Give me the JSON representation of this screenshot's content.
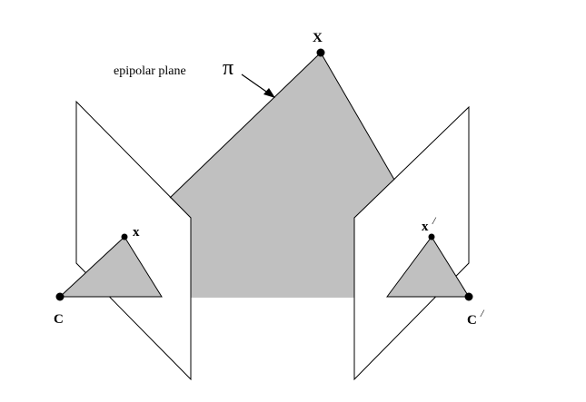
{
  "diagram": {
    "plane_label": "epipolar plane",
    "plane_symbol": "π",
    "point_X": "X",
    "point_x": "x",
    "point_x_prime": "x",
    "point_C": "C",
    "point_C_prime": "C",
    "prime_mark": "/"
  },
  "colors": {
    "fill_gray": "#c0c0c0",
    "stroke": "#000000",
    "background": "#ffffff"
  }
}
